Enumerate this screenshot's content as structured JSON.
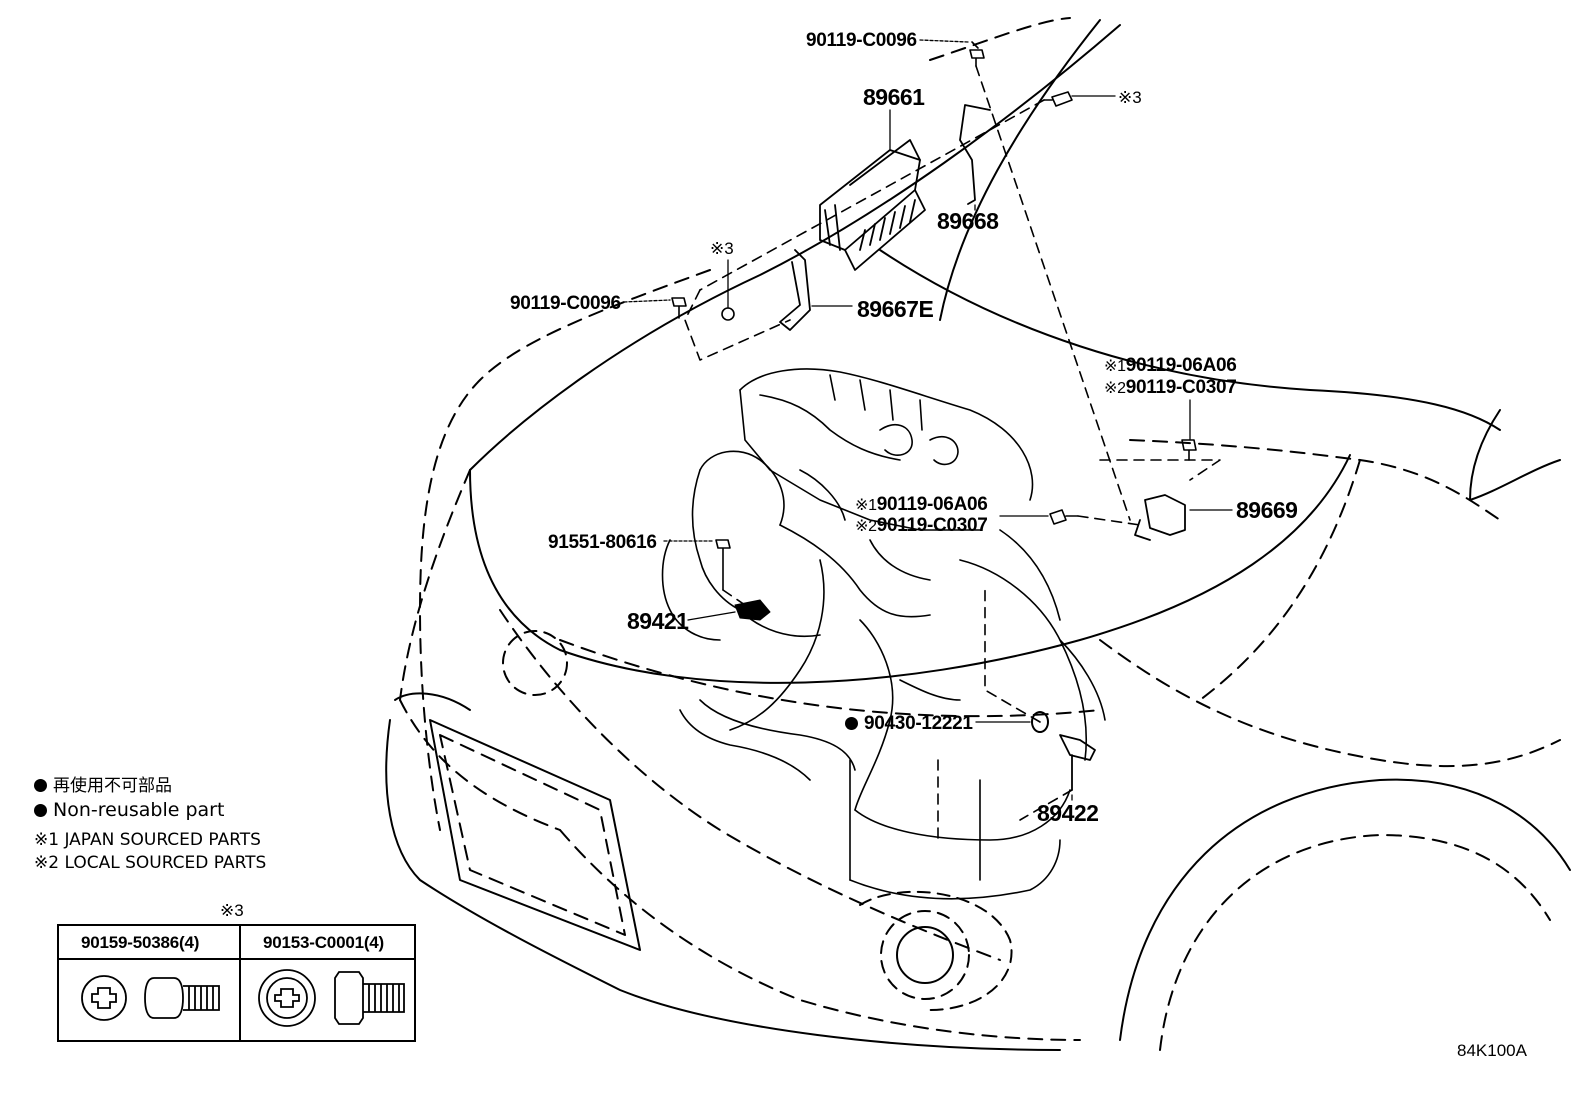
{
  "parts": {
    "ecu": "89661",
    "bracket_upper": "89668",
    "bracket_lower": "89667E",
    "sensor_right": "89669",
    "knock_sensor": "89421",
    "speed_sensor": "89422",
    "bolt_top": "90119-C0096",
    "bolt_left": "90119-C0096",
    "stud": "91551-80616",
    "gasket": "90430-12221",
    "bolt_right_jp": "90119-06A06",
    "bolt_right_local": "90119-C0307",
    "bolt_mid_jp": "90119-06A06",
    "bolt_mid_local": "90119-C0307"
  },
  "marks": {
    "note3": "※3",
    "note1": "※1",
    "note2": "※2"
  },
  "legend": {
    "nonreusable_jp": "再使用不可部品",
    "nonreusable_en": "Non-reusable part",
    "note1_text": "※1 JAPAN SOURCED PARTS",
    "note2_text": "※2 LOCAL SOURCED PARTS"
  },
  "table": {
    "ref": "※3",
    "col1": "90159-50386(4)",
    "col2": "90153-C0001(4)"
  },
  "diagram_code": "84K100A"
}
